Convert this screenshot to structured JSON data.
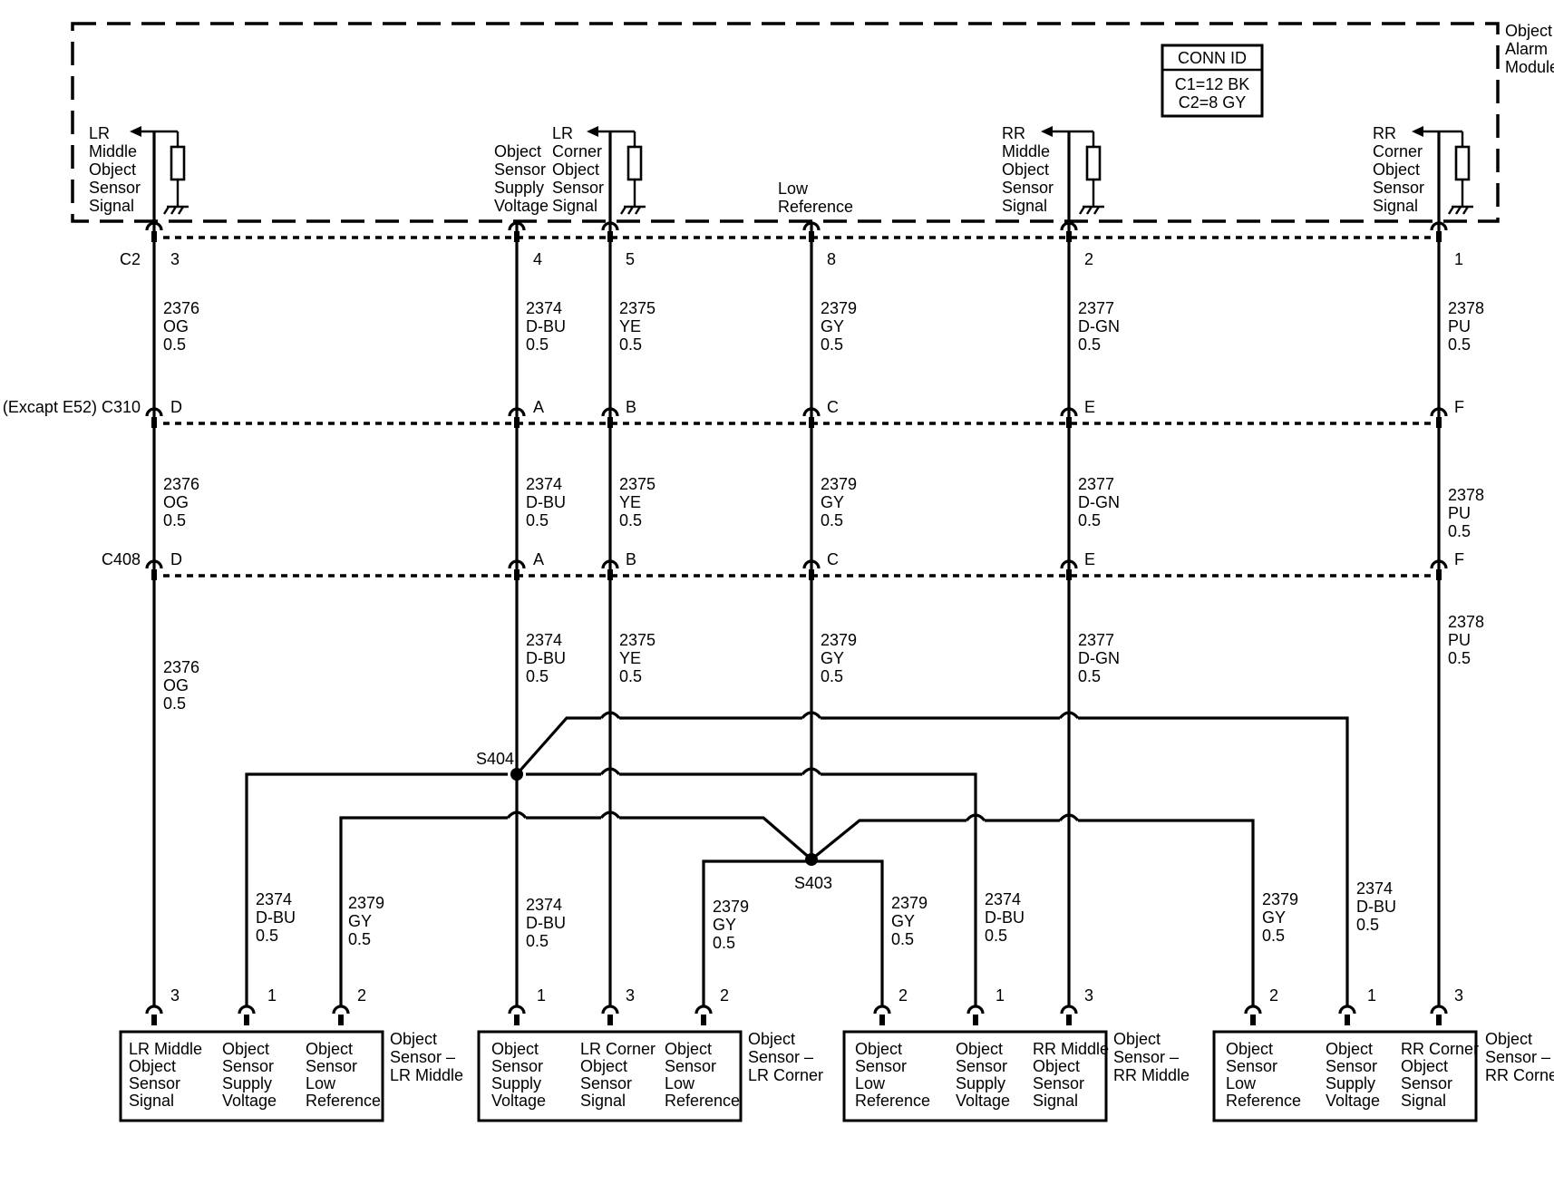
{
  "module": {
    "name_lines": [
      "Object",
      "Alarm",
      "Module"
    ],
    "conn_id": {
      "header": "CONN ID",
      "lines": [
        "C1=12 BK",
        "C2=8 GY"
      ]
    },
    "signals": [
      {
        "lines": [
          "LR",
          "Middle",
          "Object",
          "Sensor",
          "Signal"
        ]
      },
      {
        "lines": [
          "Object",
          "Sensor",
          "Supply",
          "Voltage"
        ]
      },
      {
        "lines": [
          "LR",
          "Corner",
          "Object",
          "Sensor",
          "Signal"
        ]
      },
      {
        "lines": [
          "Low",
          "Reference"
        ]
      },
      {
        "lines": [
          "RR",
          "Middle",
          "Object",
          "Sensor",
          "Signal"
        ]
      },
      {
        "lines": [
          "RR",
          "Corner",
          "Object",
          "Sensor",
          "Signal"
        ]
      }
    ]
  },
  "connectors": {
    "c2": {
      "label": "C2",
      "pins": [
        "3",
        "4",
        "5",
        "8",
        "2",
        "1"
      ]
    },
    "c310": {
      "label": "(Excapt E52) C310",
      "pins": [
        "D",
        "A",
        "B",
        "C",
        "E",
        "F"
      ]
    },
    "c408": {
      "label": "C408",
      "pins": [
        "D",
        "A",
        "B",
        "C",
        "E",
        "F"
      ]
    }
  },
  "wires": {
    "seg1": [
      {
        "lines": [
          "2376",
          "OG",
          "0.5"
        ]
      },
      {
        "lines": [
          "2374",
          "D-BU",
          "0.5"
        ]
      },
      {
        "lines": [
          "2375",
          "YE",
          "0.5"
        ]
      },
      {
        "lines": [
          "2379",
          "GY",
          "0.5"
        ]
      },
      {
        "lines": [
          "2377",
          "D-GN",
          "0.5"
        ]
      },
      {
        "lines": [
          "2378",
          "PU",
          "0.5"
        ]
      }
    ],
    "seg2": [
      {
        "lines": [
          "2376",
          "OG",
          "0.5"
        ]
      },
      {
        "lines": [
          "2374",
          "D-BU",
          "0.5"
        ]
      },
      {
        "lines": [
          "2375",
          "YE",
          "0.5"
        ]
      },
      {
        "lines": [
          "2379",
          "GY",
          "0.5"
        ]
      },
      {
        "lines": [
          "2377",
          "D-GN",
          "0.5"
        ]
      },
      {
        "lines": [
          "2378",
          "PU",
          "0.5"
        ]
      }
    ],
    "seg3": [
      {
        "lines": [
          "2376",
          "OG",
          "0.5"
        ]
      },
      {
        "lines": [
          "2374",
          "D-BU",
          "0.5"
        ]
      },
      {
        "lines": [
          "2375",
          "YE",
          "0.5"
        ]
      },
      {
        "lines": [
          "2379",
          "GY",
          "0.5"
        ]
      },
      {
        "lines": [
          "2377",
          "D-GN",
          "0.5"
        ]
      },
      {
        "lines": [
          "2378",
          "PU",
          "0.5"
        ]
      }
    ],
    "branches": [
      {
        "lines": [
          "2374",
          "D-BU",
          "0.5"
        ]
      },
      {
        "lines": [
          "2379",
          "GY",
          "0.5"
        ]
      },
      {
        "lines": [
          "2374",
          "D-BU",
          "0.5"
        ]
      },
      {
        "lines": [
          "2379",
          "GY",
          "0.5"
        ]
      },
      {
        "lines": [
          "2379",
          "GY",
          "0.5"
        ]
      },
      {
        "lines": [
          "2374",
          "D-BU",
          "0.5"
        ]
      },
      {
        "lines": [
          "2379",
          "GY",
          "0.5"
        ]
      },
      {
        "lines": [
          "2374",
          "D-BU",
          "0.5"
        ]
      }
    ]
  },
  "splices": {
    "s404": "S404",
    "s403": "S403"
  },
  "sensors": [
    {
      "name_lines": [
        "Object",
        "Sensor –",
        "LR Middle"
      ],
      "pins": [
        {
          "num": "3",
          "lines": [
            "LR Middle",
            "Object",
            "Sensor",
            "Signal"
          ]
        },
        {
          "num": "1",
          "lines": [
            "Object",
            "Sensor",
            "Supply",
            "Voltage"
          ]
        },
        {
          "num": "2",
          "lines": [
            "Object",
            "Sensor",
            "Low",
            "Reference"
          ]
        }
      ]
    },
    {
      "name_lines": [
        "Object",
        "Sensor –",
        "LR Corner"
      ],
      "pins": [
        {
          "num": "1",
          "lines": [
            "Object",
            "Sensor",
            "Supply",
            "Voltage"
          ]
        },
        {
          "num": "3",
          "lines": [
            "LR Corner",
            "Object",
            "Sensor",
            "Signal"
          ]
        },
        {
          "num": "2",
          "lines": [
            "Object",
            "Sensor",
            "Low",
            "Reference"
          ]
        }
      ]
    },
    {
      "name_lines": [
        "Object",
        "Sensor –",
        "RR Middle"
      ],
      "pins": [
        {
          "num": "2",
          "lines": [
            "Object",
            "Sensor",
            "Low",
            "Reference"
          ]
        },
        {
          "num": "1",
          "lines": [
            "Object",
            "Sensor",
            "Supply",
            "Voltage"
          ]
        },
        {
          "num": "3",
          "lines": [
            "RR Middle",
            "Object",
            "Sensor",
            "Signal"
          ]
        }
      ]
    },
    {
      "name_lines": [
        "Object",
        "Sensor –",
        "RR Corner"
      ],
      "pins": [
        {
          "num": "2",
          "lines": [
            "Object",
            "Sensor",
            "Low",
            "Reference"
          ]
        },
        {
          "num": "1",
          "lines": [
            "Object",
            "Sensor",
            "Supply",
            "Voltage"
          ]
        },
        {
          "num": "3",
          "lines": [
            "RR Corner",
            "Object",
            "Sensor",
            "Signal"
          ]
        }
      ]
    }
  ]
}
